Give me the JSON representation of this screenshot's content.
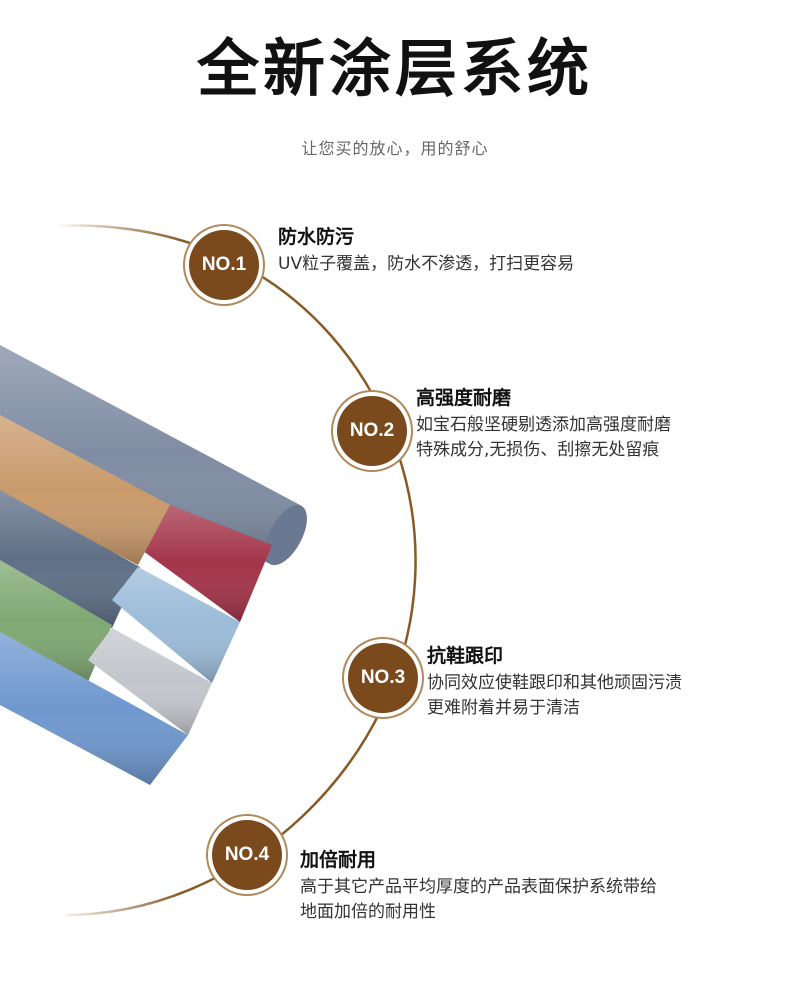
{
  "header": {
    "title": "全新涂层系统",
    "subtitle": "让您买的放心，用的舒心"
  },
  "colors": {
    "badge": "#7a4a1c",
    "arc": "#8a5a24"
  },
  "features": [
    {
      "badge": "NO.1",
      "title": "防水防污",
      "lines": [
        "UV粒子覆盖，防水不渗透，打扫更容易"
      ]
    },
    {
      "badge": "NO.2",
      "title": "高强度耐磨",
      "lines": [
        "如宝石般坚硬剔透添加高强度耐磨",
        "特殊成分,无损伤、刮擦无处留痕"
      ]
    },
    {
      "badge": "NO.3",
      "title": "抗鞋跟印",
      "lines": [
        "协同效应使鞋跟印和其他顽固污渍",
        "更难附着并易于清洁"
      ]
    },
    {
      "badge": "NO.4",
      "title": "加倍耐用",
      "lines": [
        "高于其它产品平均厚度的产品表面保护系统带给",
        "地面加倍的耐用性"
      ]
    }
  ]
}
